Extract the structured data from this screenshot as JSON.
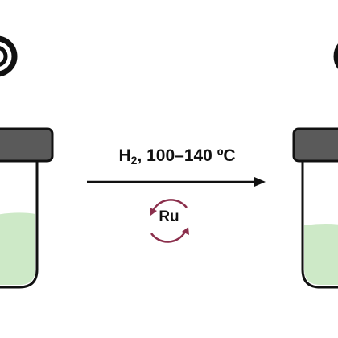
{
  "reaction": {
    "gas": "H",
    "gas_subscript": "2",
    "conditions": ", 100–140 ºC",
    "catalyst": "Ru"
  },
  "colors": {
    "liquid": "#cde9c7",
    "liquid_light": "#e2f3dd",
    "lid": "#5a5a5a",
    "outline": "#111111",
    "catalyst_cycle": "#8b2f4c"
  },
  "icons": [
    "target-icon",
    "target-icon",
    "catalyst-cycle-icon",
    "reaction-arrow"
  ]
}
